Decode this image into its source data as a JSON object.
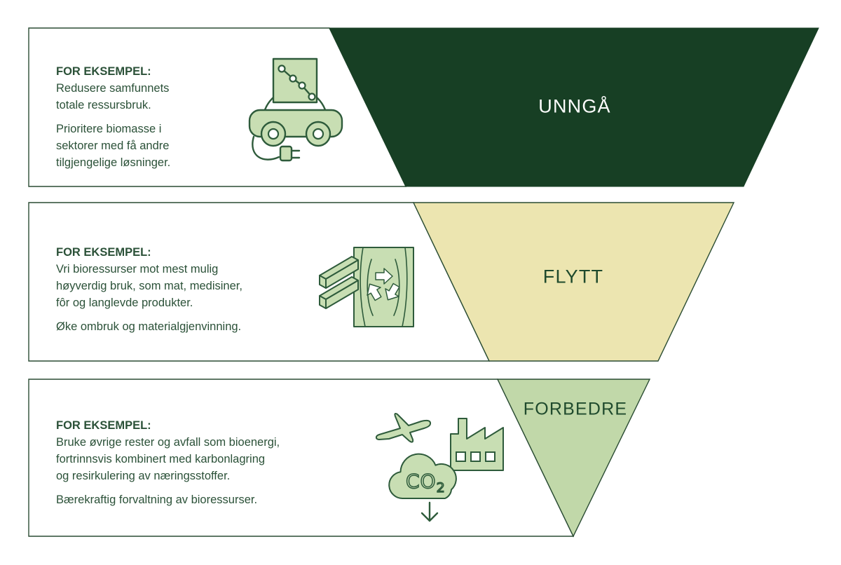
{
  "colors": {
    "dark_green": "#173F24",
    "yellow": "#ECE5B0",
    "light_green": "#C1D8A9",
    "icon_fill": "#C8DEB3",
    "icon_stroke": "#2E5B3B",
    "panel_border": "#2A4C33",
    "text": "#2B5138",
    "label_dark": "#1F4A2D",
    "label_light": "#FFFFFF"
  },
  "stages": [
    {
      "label": "UNNGÅ",
      "heading": "FOR EKSEMPEL:",
      "icon": "electric-car-declining-chart-icon",
      "para1": [
        "Redusere samfunnets",
        "totale ressursbruk."
      ],
      "para2": [
        "Prioritere biomasse i",
        "sektorer med få andre",
        "tilgjengelige løsninger."
      ]
    },
    {
      "label": "FLYTT",
      "heading": "FOR EKSEMPEL:",
      "icon": "timber-recycling-icon",
      "para1": [
        "Vri bioressurser mot mest mulig",
        "høyverdig bruk, som mat, medisiner,",
        "fôr og langlevde produkter."
      ],
      "para2": [
        "Øke ombruk og materialgjenvinning."
      ]
    },
    {
      "label": "FORBEDRE",
      "heading": "FOR EKSEMPEL:",
      "icon": "airplane-factory-co2-capture-icon",
      "para1": [
        "Bruke øvrige rester og avfall som bioenergi,",
        "fortrinnsvis kombinert med karbonlagring",
        "og resirkulering av næringsstoffer."
      ],
      "para2": [
        "Bærekraftig forvaltning av bioressurser."
      ]
    }
  ],
  "co2": {
    "main": "CO",
    "sub": "2"
  }
}
